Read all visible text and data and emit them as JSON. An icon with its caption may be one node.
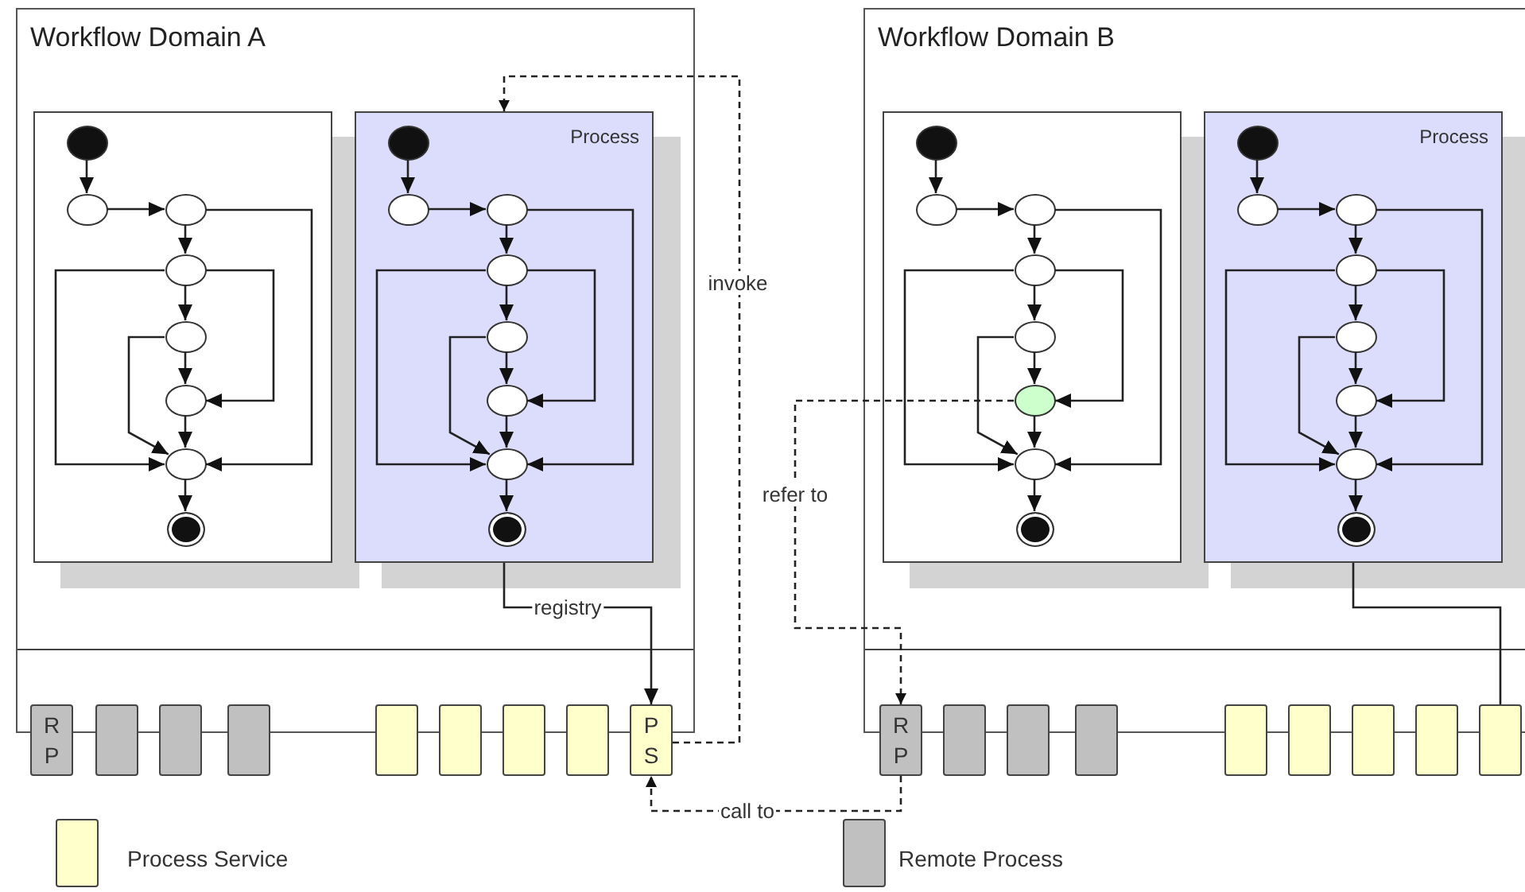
{
  "diagram": {
    "nodes": [
      {
        "text": [
          "Workflow Domain A"
        ]
      },
      {
        "text": [],
        "shape": "box",
        "in": 0
      },
      {
        "text": [],
        "shape": "circle",
        "in": 1
      },
      {
        "text": [],
        "shape": "circle",
        "in": 1
      },
      {
        "text": [],
        "shape": "circle",
        "in": 1
      },
      {
        "text": [],
        "shape": "circle",
        "in": 1
      },
      {
        "text": [],
        "shape": "circle",
        "in": 1
      },
      {
        "text": [],
        "shape": "circle",
        "in": 1
      },
      {
        "text": [],
        "shape": "circle",
        "in": 1
      },
      {
        "text": [],
        "shape": "circle",
        "in": 1
      },
      {
        "text": [
          "Process"
        ],
        "in": 0
      },
      {
        "text": [],
        "shape": "circle",
        "in": 10
      },
      {
        "text": [],
        "shape": "circle",
        "in": 10
      },
      {
        "text": [],
        "shape": "circle",
        "in": 10
      },
      {
        "text": [],
        "shape": "circle",
        "in": 10
      },
      {
        "text": [],
        "shape": "circle",
        "in": 10
      },
      {
        "text": [],
        "shape": "circle",
        "in": 10
      },
      {
        "text": [],
        "shape": "circle",
        "in": 10
      },
      {
        "text": [],
        "shape": "circle",
        "in": 10
      },
      {
        "text": [
          "Workflow Domain B"
        ]
      },
      {
        "text": [],
        "shape": "box",
        "in": 19
      },
      {
        "text": [],
        "shape": "circle",
        "in": 20
      },
      {
        "text": [],
        "shape": "circle",
        "in": 20
      },
      {
        "text": [],
        "shape": "circle",
        "in": 20
      },
      {
        "text": [],
        "shape": "circle",
        "in": 20
      },
      {
        "text": [],
        "shape": "circle",
        "in": 20
      },
      {
        "text": [],
        "shape": "circle",
        "in": 20
      },
      {
        "text": [],
        "shape": "circle",
        "in": 20
      },
      {
        "text": [],
        "shape": "circle",
        "in": 20
      },
      {
        "text": [
          "Process"
        ],
        "in": 19
      },
      {
        "text": [],
        "shape": "circle",
        "in": 29
      },
      {
        "text": [],
        "shape": "circle",
        "in": 29
      },
      {
        "text": [],
        "shape": "circle",
        "in": 29
      },
      {
        "text": [],
        "shape": "circle",
        "in": 29
      },
      {
        "text": [],
        "shape": "circle",
        "in": 29
      },
      {
        "text": [],
        "shape": "circle",
        "in": 29
      },
      {
        "text": [],
        "shape": "circle",
        "in": 29
      },
      {
        "text": [],
        "shape": "circle",
        "in": 29
      },
      {
        "text": [
          "R P"
        ]
      },
      {
        "text": [],
        "shape": "box"
      },
      {
        "text": [],
        "shape": "box"
      },
      {
        "text": [],
        "shape": "box"
      },
      {
        "text": [],
        "shape": "box"
      },
      {
        "text": [],
        "shape": "box"
      },
      {
        "text": [],
        "shape": "box"
      },
      {
        "text": [],
        "shape": "box"
      },
      {
        "text": [
          "P S"
        ]
      },
      {
        "text": [
          "R P"
        ]
      },
      {
        "text": [],
        "shape": "box"
      },
      {
        "text": [],
        "shape": "box"
      },
      {
        "text": [],
        "shape": "box"
      },
      {
        "text": [],
        "shape": "box"
      },
      {
        "text": [],
        "shape": "box"
      },
      {
        "text": [],
        "shape": "box"
      },
      {
        "text": [],
        "shape": "box"
      },
      {
        "text": [],
        "shape": "box"
      }
    ],
    "edges": [
      {
        "from": 2,
        "to": 3,
        "arrow": "to"
      },
      {
        "from": 3,
        "to": 4,
        "arrow": "to"
      },
      {
        "from": 4,
        "to": 5,
        "arrow": "to"
      },
      {
        "from": 4,
        "to": 8,
        "arrow": "to"
      },
      {
        "from": 5,
        "to": 6,
        "arrow": "to"
      },
      {
        "from": 5,
        "to": 7,
        "arrow": "to"
      },
      {
        "from": 5,
        "to": 8,
        "arrow": "to"
      },
      {
        "from": 6,
        "to": 7,
        "arrow": "to"
      },
      {
        "from": 6,
        "to": 8,
        "arrow": "to"
      },
      {
        "from": 7,
        "to": 8,
        "arrow": "to"
      },
      {
        "from": 8,
        "to": 9,
        "arrow": "to"
      },
      {
        "from": 11,
        "to": 12,
        "arrow": "to"
      },
      {
        "from": 12,
        "to": 13,
        "arrow": "to"
      },
      {
        "from": 13,
        "to": 14,
        "arrow": "to"
      },
      {
        "from": 13,
        "to": 17,
        "arrow": "to"
      },
      {
        "from": 14,
        "to": 15,
        "arrow": "to"
      },
      {
        "from": 14,
        "to": 16,
        "arrow": "to"
      },
      {
        "from": 14,
        "to": 17,
        "arrow": "to"
      },
      {
        "from": 15,
        "to": 16,
        "arrow": "to"
      },
      {
        "from": 15,
        "to": 17,
        "arrow": "to"
      },
      {
        "from": 16,
        "to": 17,
        "arrow": "to"
      },
      {
        "from": 17,
        "to": 18,
        "arrow": "to"
      },
      {
        "from": 21,
        "to": 22,
        "arrow": "to"
      },
      {
        "from": 22,
        "to": 23,
        "arrow": "to"
      },
      {
        "from": 23,
        "to": 24,
        "arrow": "to"
      },
      {
        "from": 23,
        "to": 27,
        "arrow": "to"
      },
      {
        "from": 24,
        "to": 25,
        "arrow": "to"
      },
      {
        "from": 24,
        "to": 26,
        "arrow": "to"
      },
      {
        "from": 24,
        "to": 27,
        "arrow": "to"
      },
      {
        "from": 25,
        "to": 26,
        "arrow": "to"
      },
      {
        "from": 25,
        "to": 27,
        "arrow": "to"
      },
      {
        "from": 26,
        "to": 27,
        "arrow": "to"
      },
      {
        "from": 27,
        "to": 28,
        "arrow": "to"
      },
      {
        "from": 30,
        "to": 31,
        "arrow": "to"
      },
      {
        "from": 31,
        "to": 32,
        "arrow": "to"
      },
      {
        "from": 32,
        "to": 33,
        "arrow": "to"
      },
      {
        "from": 32,
        "to": 36,
        "arrow": "to"
      },
      {
        "from": 33,
        "to": 34,
        "arrow": "to"
      },
      {
        "from": 33,
        "to": 35,
        "arrow": "to"
      },
      {
        "from": 33,
        "to": 36,
        "arrow": "to"
      },
      {
        "from": 34,
        "to": 35,
        "arrow": "to"
      },
      {
        "from": 34,
        "to": 36,
        "arrow": "to"
      },
      {
        "from": 35,
        "to": 36,
        "arrow": "to"
      },
      {
        "from": 36,
        "to": 37,
        "arrow": "to"
      },
      {
        "from": 10,
        "to": 46,
        "arrow": "to",
        "label": "registry"
      },
      {
        "from": 46,
        "to": 10,
        "arrow": "to",
        "label": "invoke",
        "style": "dashed"
      },
      {
        "from": 47,
        "to": 46,
        "arrow": "to",
        "label": "call to",
        "style": "dashed"
      },
      {
        "from": 26,
        "to": 47,
        "arrow": "to",
        "label": "refer to",
        "style": "dashed"
      },
      {
        "from": 29,
        "to": 55,
        "arrow": "none"
      }
    ],
    "legend": [
      {
        "text": "Process Service",
        "color": "#ffffcc"
      },
      {
        "text": "Remote Process",
        "color": "#c0c0c0"
      }
    ]
  }
}
